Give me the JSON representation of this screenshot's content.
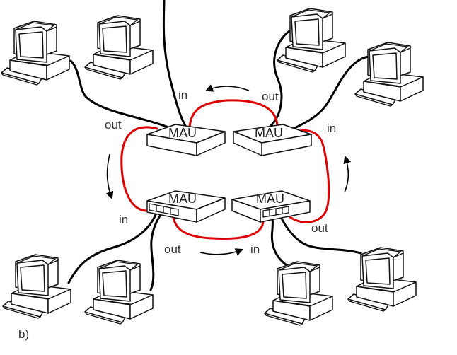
{
  "figure": {
    "caption": "b)",
    "colors": {
      "ring_cable": "#dd0000",
      "station_cable": "#000000"
    }
  },
  "maus": [
    {
      "id": "mau-top-left",
      "label": "MAU"
    },
    {
      "id": "mau-top-right",
      "label": "MAU"
    },
    {
      "id": "mau-bottom-left",
      "label": "MAU"
    },
    {
      "id": "mau-bottom-right",
      "label": "MAU"
    }
  ],
  "port_labels": {
    "top_left_in": "in",
    "top_left_out": "out",
    "top_right_in": "in",
    "top_right_out": "out",
    "bottom_left_in": "in",
    "bottom_left_out": "out",
    "bottom_right_in": "in",
    "bottom_right_out": "out"
  },
  "computers": [
    {
      "id": "pc-top-left-1",
      "icon": "computer-icon"
    },
    {
      "id": "pc-top-left-2",
      "icon": "computer-icon"
    },
    {
      "id": "pc-top-right-1",
      "icon": "computer-icon"
    },
    {
      "id": "pc-top-right-2",
      "icon": "computer-icon"
    },
    {
      "id": "pc-bottom-left-1",
      "icon": "computer-icon"
    },
    {
      "id": "pc-bottom-left-2",
      "icon": "computer-icon"
    },
    {
      "id": "pc-bottom-right-1",
      "icon": "computer-icon"
    },
    {
      "id": "pc-bottom-right-2",
      "icon": "computer-icon"
    }
  ],
  "ring_direction": "counter-clockwise"
}
